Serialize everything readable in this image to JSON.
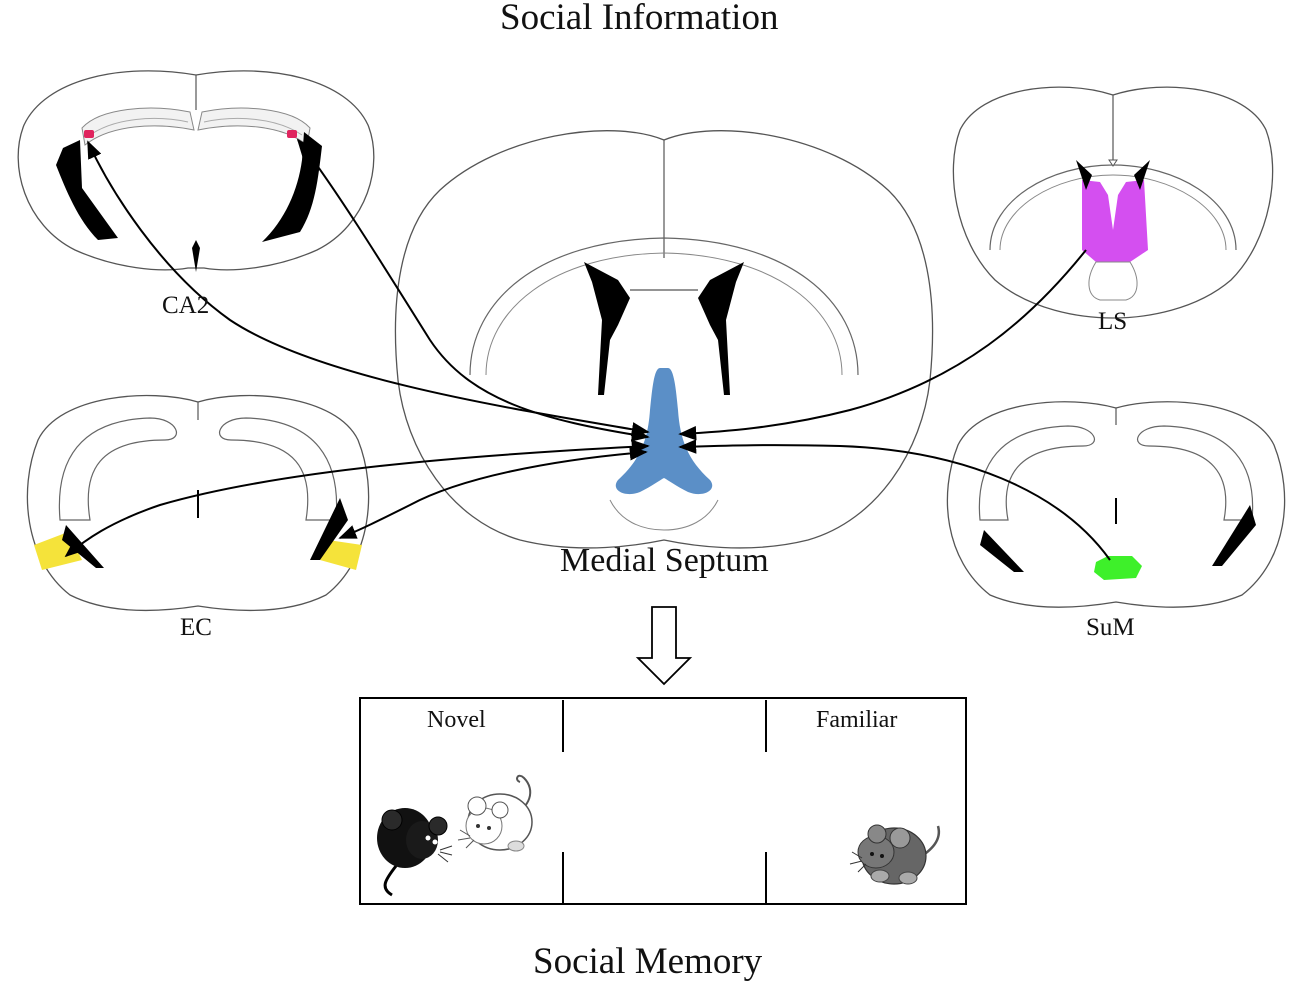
{
  "title_top": "Social Information",
  "title_bottom": "Social Memory",
  "center_label": "Medial Septum",
  "regions": {
    "ca2": "CA2",
    "ls": "LS",
    "ec": "EC",
    "sum": "SuM"
  },
  "test_box": {
    "left_label": "Novel",
    "right_label": "Familiar"
  },
  "colors": {
    "ca2": "#e0245e",
    "ls": "#d44ff0",
    "ec": "#f5e33a",
    "sum": "#3ef02a",
    "septum": "#5b8fc7",
    "ventricle": "#000000"
  }
}
